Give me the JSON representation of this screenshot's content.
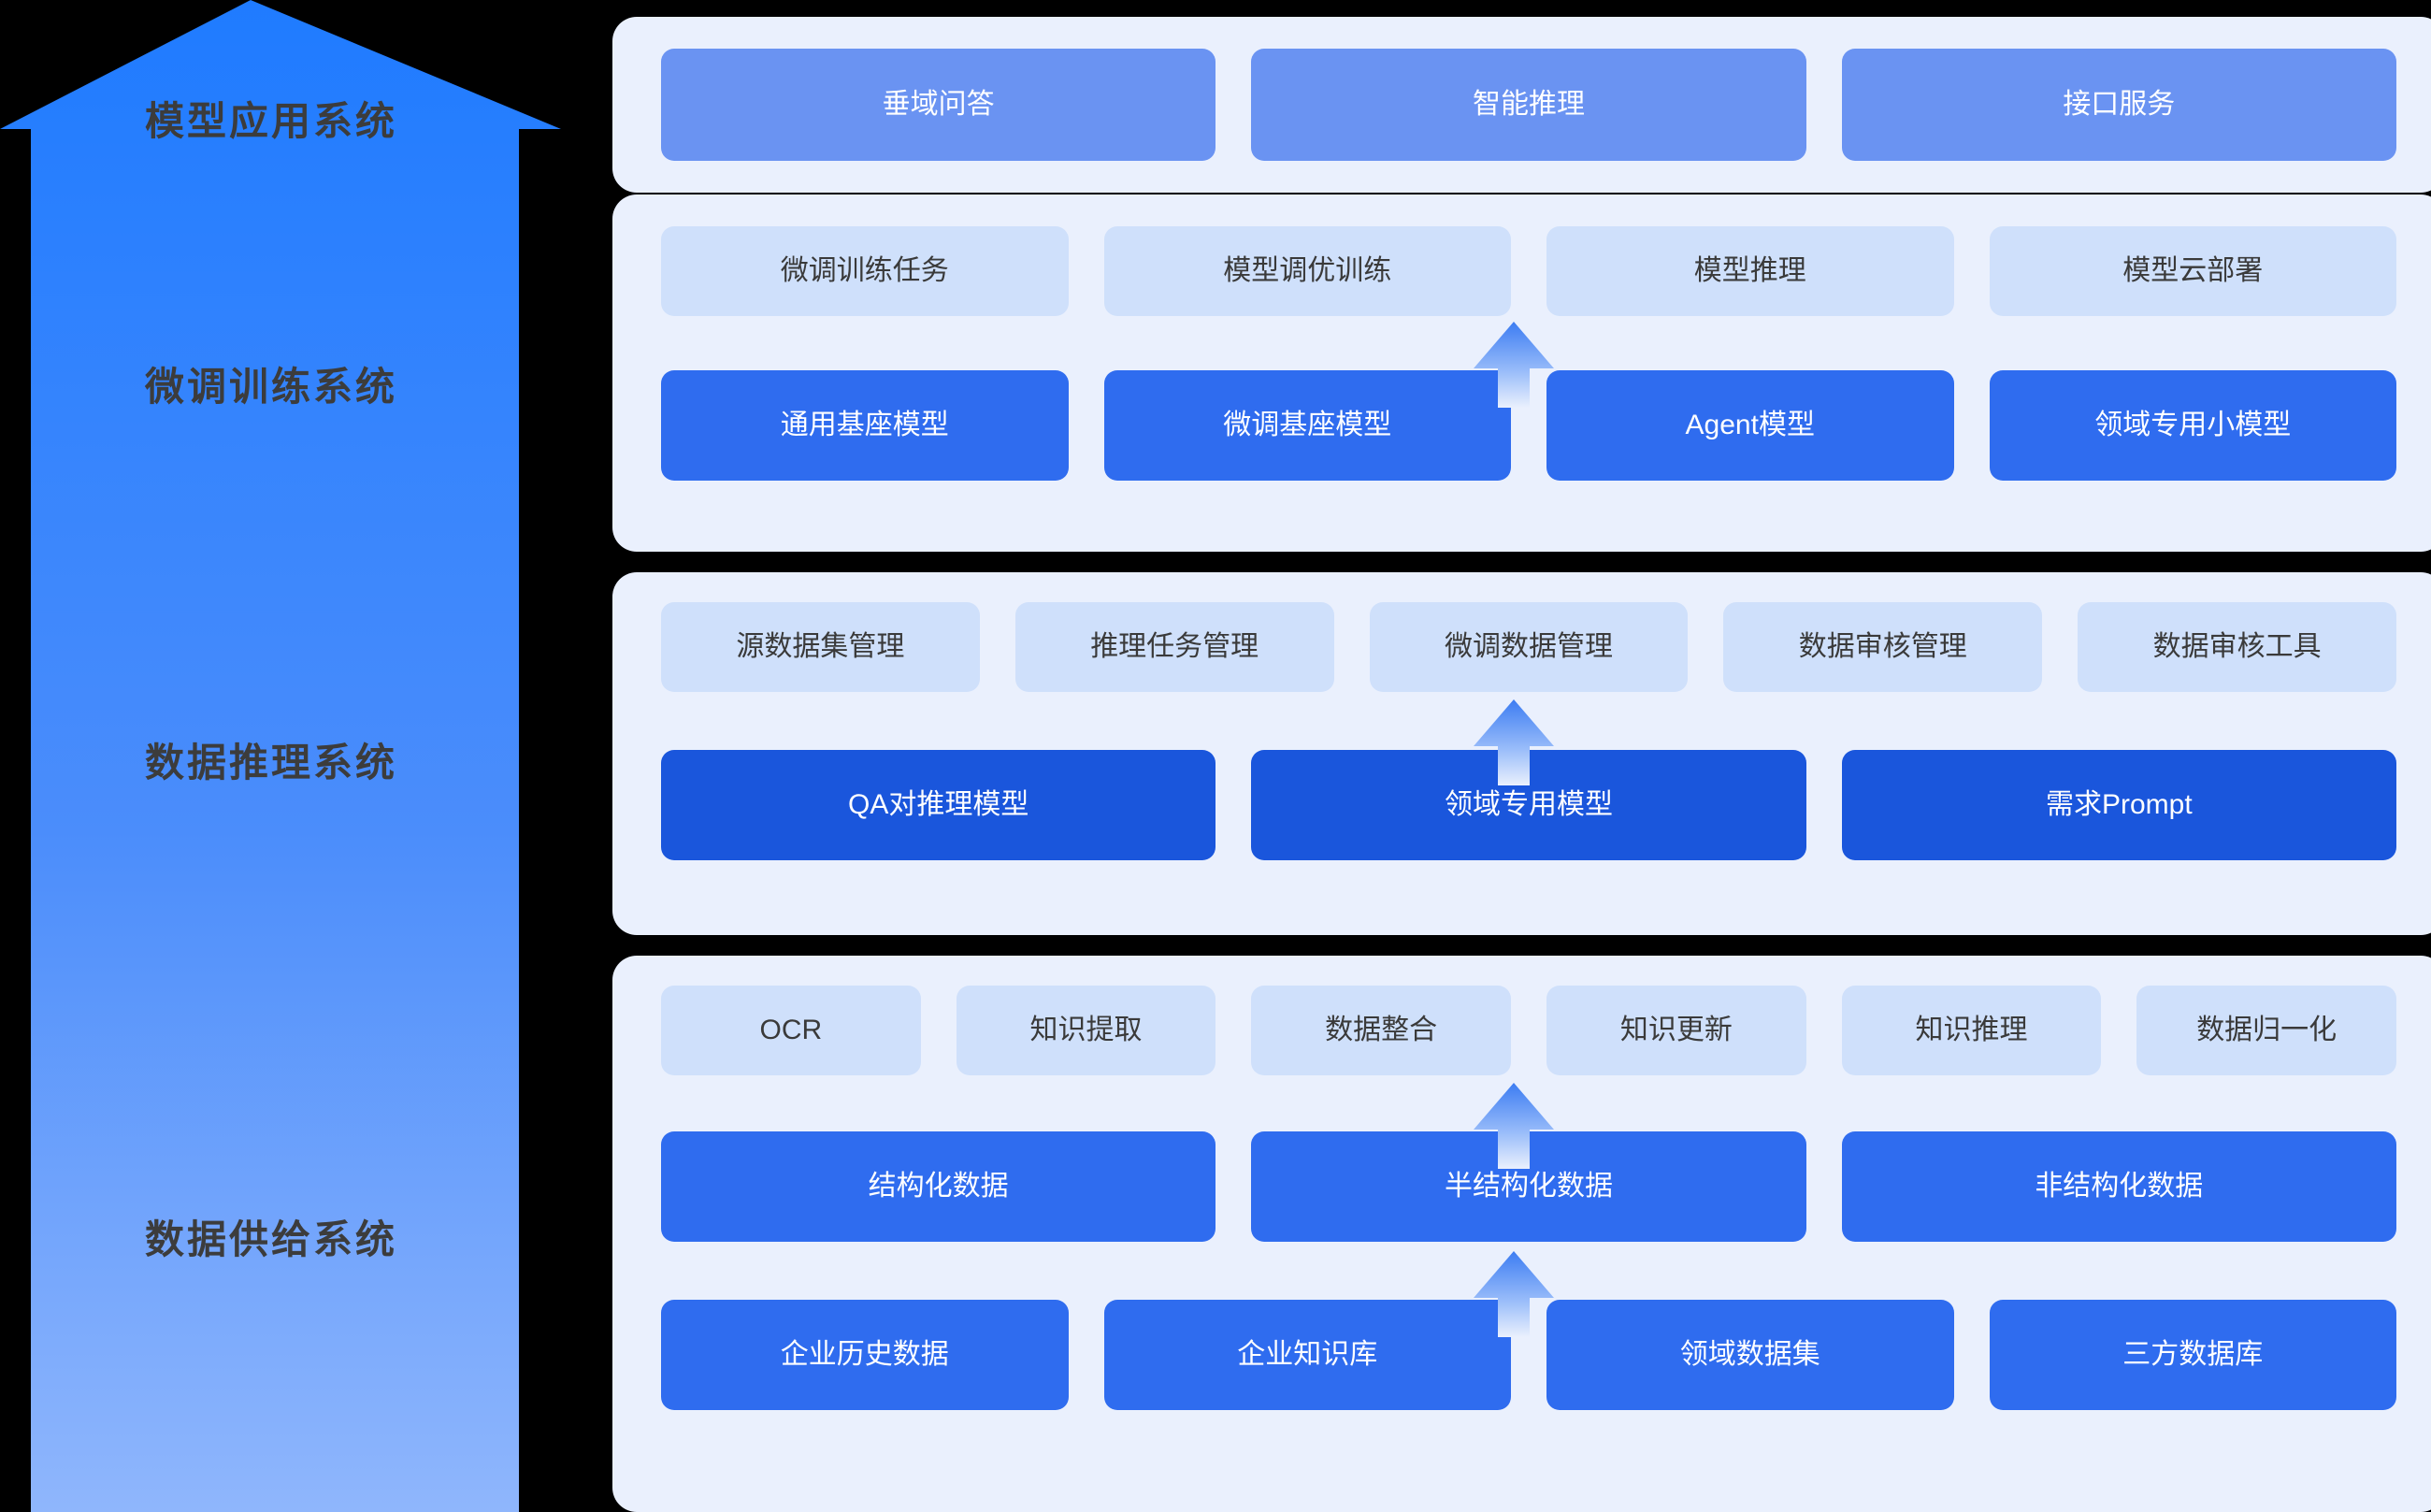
{
  "colors": {
    "page_background": "#000000",
    "panel_background": "#eaf0fd",
    "arrow_top": "#1f7bff",
    "arrow_bottom": "#8fb6fc",
    "tint_mid": "#6a93f2",
    "tint_pale": "#cfe0fb",
    "tint_deep": "#1a56dc",
    "tint_strong": "#2f6cef",
    "label_text": "#3c3c3c"
  },
  "stack_arrow": {
    "icon": "up-arrow-icon",
    "layers": [
      {
        "label": "模型应用系统"
      },
      {
        "label": "微调训练系统"
      },
      {
        "label": "数据推理系统"
      },
      {
        "label": "数据供给系统"
      }
    ]
  },
  "panels": {
    "application": {
      "name": "模型应用系统",
      "rows": [
        {
          "name": "applications",
          "style": "mid",
          "cells": [
            {
              "label": "垂域问答"
            },
            {
              "label": "智能推理"
            },
            {
              "label": "接口服务"
            }
          ]
        }
      ]
    },
    "finetune": {
      "name": "微调训练系统",
      "rows": [
        {
          "name": "training-tasks",
          "style": "pale",
          "cells": [
            {
              "label": "微调训练任务"
            },
            {
              "label": "模型调优训练"
            },
            {
              "label": "模型推理"
            },
            {
              "label": "模型云部署"
            }
          ]
        },
        {
          "name": "base-models",
          "style": "strong",
          "cells": [
            {
              "label": "通用基座模型"
            },
            {
              "label": "微调基座模型"
            },
            {
              "label": "Agent模型"
            },
            {
              "label": "领域专用小模型"
            }
          ]
        }
      ]
    },
    "reasoning": {
      "name": "数据推理系统",
      "rows": [
        {
          "name": "data-management",
          "style": "pale",
          "cells": [
            {
              "label": "源数据集管理"
            },
            {
              "label": "推理任务管理"
            },
            {
              "label": "微调数据管理"
            },
            {
              "label": "数据审核管理"
            },
            {
              "label": "数据审核工具"
            }
          ]
        },
        {
          "name": "reasoning-engines",
          "style": "deep",
          "cells": [
            {
              "label": "QA对推理模型"
            },
            {
              "label": "领域专用模型"
            },
            {
              "label": "需求Prompt"
            }
          ]
        }
      ]
    },
    "supply": {
      "name": "数据供给系统",
      "rows": [
        {
          "name": "capabilities",
          "style": "pale",
          "cells": [
            {
              "label": "OCR"
            },
            {
              "label": "知识提取"
            },
            {
              "label": "数据整合"
            },
            {
              "label": "知识更新"
            },
            {
              "label": "知识推理"
            },
            {
              "label": "数据归一化"
            }
          ]
        },
        {
          "name": "data-types",
          "style": "strong",
          "cells": [
            {
              "label": "结构化数据"
            },
            {
              "label": "半结构化数据"
            },
            {
              "label": "非结构化数据"
            }
          ]
        },
        {
          "name": "data-sources",
          "style": "strong",
          "cells": [
            {
              "label": "企业历史数据"
            },
            {
              "label": "企业知识库"
            },
            {
              "label": "领域数据集"
            },
            {
              "label": "三方数据库"
            }
          ]
        }
      ]
    }
  },
  "flow_arrows": [
    {
      "name": "flow-arrow-finetune",
      "icon": "up-arrow-icon"
    },
    {
      "name": "flow-arrow-reasoning",
      "icon": "up-arrow-icon"
    },
    {
      "name": "flow-arrow-supply-upper",
      "icon": "up-arrow-icon"
    },
    {
      "name": "flow-arrow-supply-lower",
      "icon": "up-arrow-icon"
    }
  ]
}
